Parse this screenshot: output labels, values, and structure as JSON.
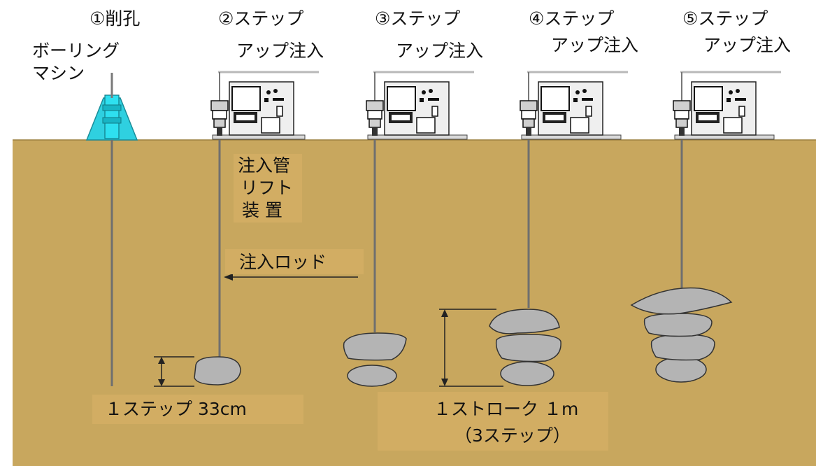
{
  "steps": [
    {
      "title_line1": "①削孔",
      "title_line2": ""
    },
    {
      "title_line1": "②ステップ",
      "title_line2": "アップ注入"
    },
    {
      "title_line1": "③ステップ",
      "title_line2": "アップ注入"
    },
    {
      "title_line1": "④ステップ",
      "title_line2": "アップ注入"
    },
    {
      "title_line1": "⑤ステップ",
      "title_line2": "アップ注入"
    }
  ],
  "boring_machine": {
    "line1": "ボーリング",
    "line2": "マシン"
  },
  "lift_device": {
    "line1": "注入管",
    "line2": "リフト",
    "line3": "装 置"
  },
  "rod_label": "注入ロッド",
  "step_dim": "１ステップ 33cm",
  "stroke_dim": {
    "line1": "１ストローク １m",
    "line2": "（3ステップ）"
  },
  "colors": {
    "soil": "#c8a75e",
    "soil_label_bg": "#d2ad63",
    "bulb": "#b4b4b4",
    "machine_cyan": "#2fd0e0",
    "rod": "#7a7a7a"
  },
  "icons": [
    "boring-machine-icon",
    "grout-plant-icon"
  ]
}
